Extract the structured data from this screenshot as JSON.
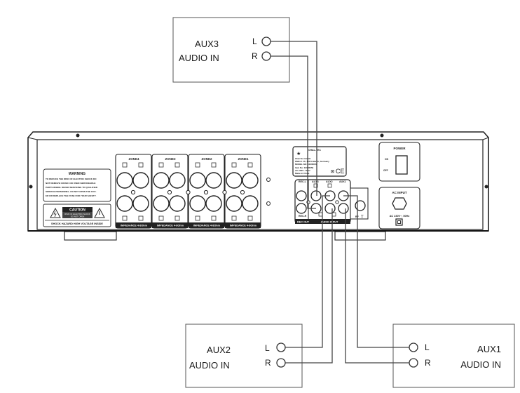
{
  "diagram": {
    "title": "AUX audio input connection diagram",
    "sources": {
      "aux3": {
        "name": "AUX3",
        "subtitle": "AUDIO IN",
        "left": "L",
        "right": "R"
      },
      "aux2": {
        "name": "AUX2",
        "subtitle": "AUDIO IN",
        "left": "L",
        "right": "R"
      },
      "aux1": {
        "name": "AUX1",
        "subtitle": "AUDIO IN",
        "left": "L",
        "right": "R"
      }
    },
    "device": {
      "warning": {
        "title": "WARNING",
        "lines": [
          "TO REDUCE THE RISK OF ELECTRIC SHOCK DO",
          "NOT REMOVE COVER. NO USER-SERVICEABLE",
          "PARTS INSIDE. REFER SERVICING TO QUALIFIED",
          "SERVICE PERSONNEL. DO NOT OPEN THE COV-",
          "ER OR REPLACE THE FUSE FOR YOUR SAFETY."
        ]
      },
      "caution": {
        "title": "CAUTION",
        "sub1": "RISK OF ELECTRIC SHOCK",
        "sub2": "DO NOT OPEN",
        "footer": "SHOCK HAZARD HIGH VOLTAGE INSIDE"
      },
      "zones": [
        {
          "name": "ZONE4",
          "impedance": "IMPEDANCE 4-8Ohm"
        },
        {
          "name": "ZONE3",
          "impedance": "IMPEDANCE 4-8Ohm"
        },
        {
          "name": "ZONE2",
          "impedance": "IMPEDANCE 4-8Ohm"
        },
        {
          "name": "ZONE1",
          "impedance": "IMPEDANCE 4-8Ohm"
        }
      ],
      "label_plate": {
        "brand": "CHAL-TEC",
        "lines": [
          "Chal-Tec GmbH",
          "Wallstr. 16, 10179 Berlin, Germany",
          "MODEL NO: 10006659",
          "Item No: 10006659",
          "AC 230V~ 50Hz",
          "Made in China"
        ],
        "marks": "CE"
      },
      "io": {
        "rec_l": "REC.L",
        "rec_r": "REC.R",
        "aux3": "AUX3",
        "aux2": "AUX2",
        "aux1": "AUX1",
        "rec_out": "REC OUT",
        "audio_input": "AUDIO INPUT",
        "rf": "RF"
      },
      "power": {
        "title": "POWER",
        "on": "ON",
        "off": "OFF"
      },
      "ac_input": {
        "title": "AC INPUT",
        "rating": "AC 230V~, 50Hz"
      }
    }
  }
}
